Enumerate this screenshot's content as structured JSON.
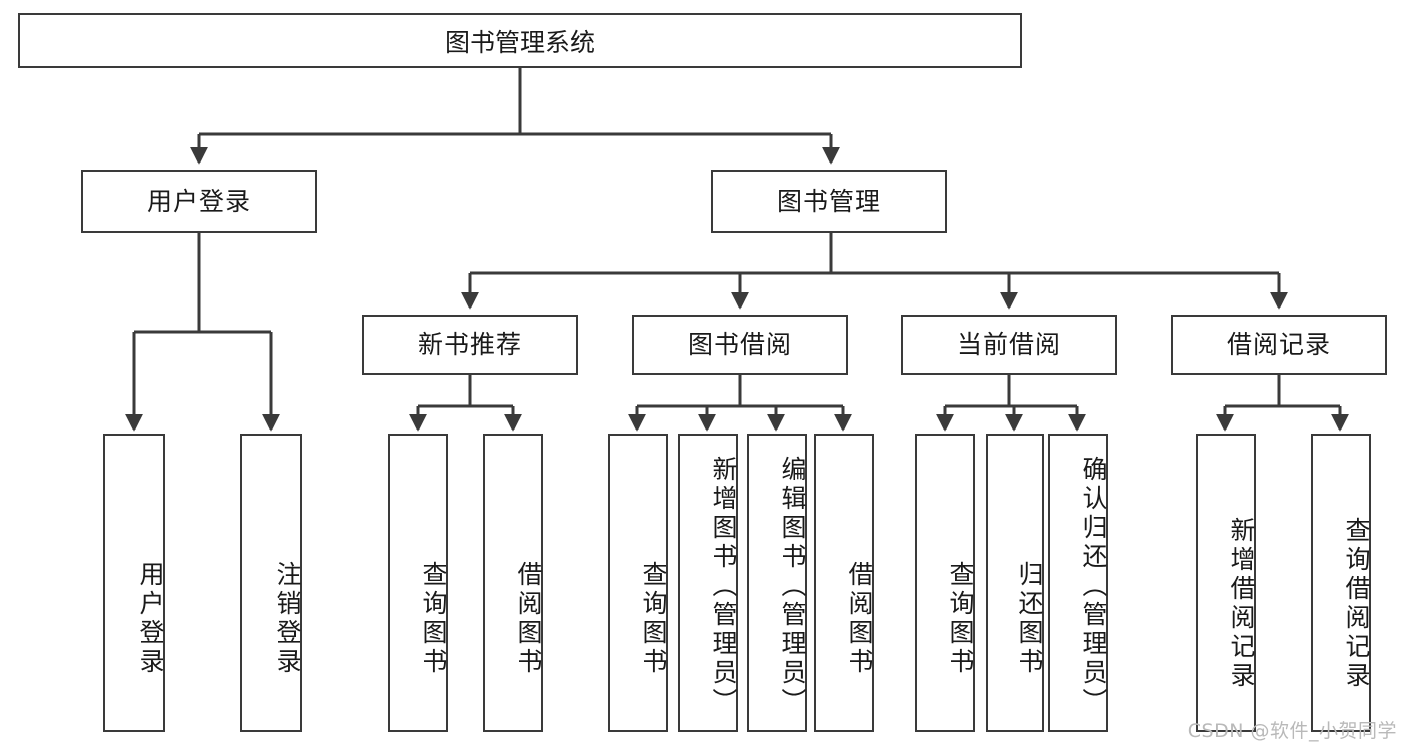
{
  "diagram": {
    "title": "图书管理系统",
    "type": "tree-hierarchy-chart",
    "root": {
      "label": "图书管理系统"
    },
    "level2": [
      {
        "label": "用户登录"
      },
      {
        "label": "图书管理"
      }
    ],
    "level3": [
      {
        "label": "新书推荐"
      },
      {
        "label": "图书借阅"
      },
      {
        "label": "当前借阅"
      },
      {
        "label": "借阅记录"
      }
    ],
    "leaves": {
      "user_login": [
        {
          "label": "用户登录"
        },
        {
          "label": "注销登录"
        }
      ],
      "new_book_recommend": [
        {
          "label": "查询图书"
        },
        {
          "label": "借阅图书"
        }
      ],
      "book_borrow": [
        {
          "label": "查询图书"
        },
        {
          "label": "新增图书（管理员）"
        },
        {
          "label": "编辑图书（管理员）"
        },
        {
          "label": "借阅图书"
        }
      ],
      "current_borrow": [
        {
          "label": "查询图书"
        },
        {
          "label": "归还图书"
        },
        {
          "label": "确认归还（管理员）"
        }
      ],
      "borrow_record": [
        {
          "label": "新增借阅记录"
        },
        {
          "label": "查询借阅记录"
        }
      ]
    }
  },
  "watermark": {
    "text": "CSDN @软件_小贺同学"
  },
  "colors": {
    "background": "#ffffff",
    "box_border": "#3a3a3a",
    "connector": "#3a3a3a",
    "text": "#1a1a1a",
    "watermark": "#b9b9b9"
  }
}
